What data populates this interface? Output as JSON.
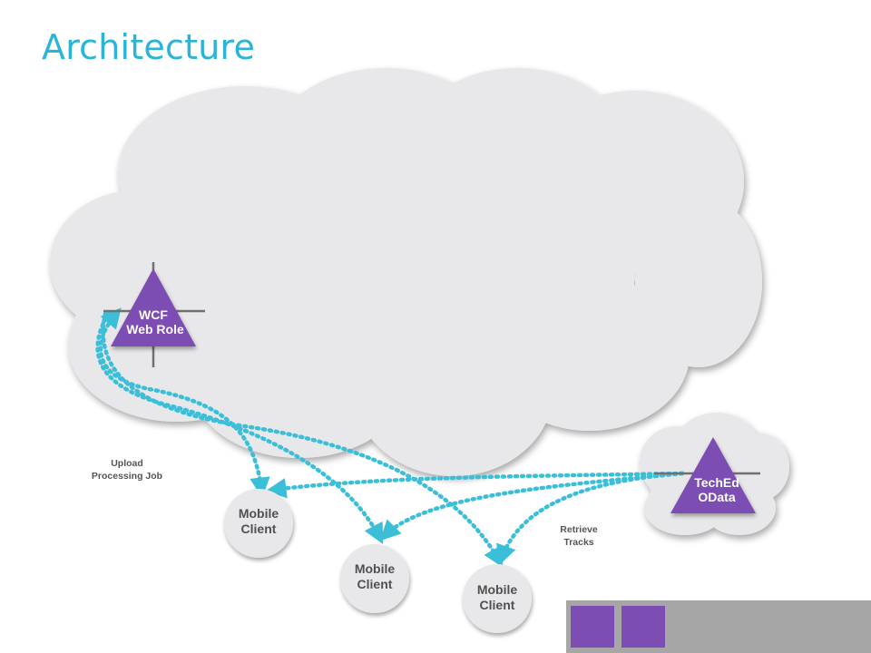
{
  "slide": {
    "title": "Architecture"
  },
  "nodes": {
    "wcf": {
      "line1": "WCF",
      "line2": "Web Role"
    },
    "teched": {
      "line1": "TechEd",
      "line2": "OData"
    },
    "clients": [
      {
        "line1": "Mobile",
        "line2": "Client"
      },
      {
        "line1": "Mobile",
        "line2": "Client"
      },
      {
        "line1": "Mobile",
        "line2": "Client"
      }
    ]
  },
  "annotations": {
    "upload": {
      "line1": "Upload",
      "line2": "Processing Job"
    },
    "retrieve": {
      "line1": "Retrieve",
      "line2": "Tracks"
    }
  },
  "colors": {
    "title": "#2ab4d8",
    "cloud": "#e8e8ea",
    "node": "#7c4db3",
    "arrow": "#3bbfd9",
    "footer": "#a6a6a6"
  }
}
